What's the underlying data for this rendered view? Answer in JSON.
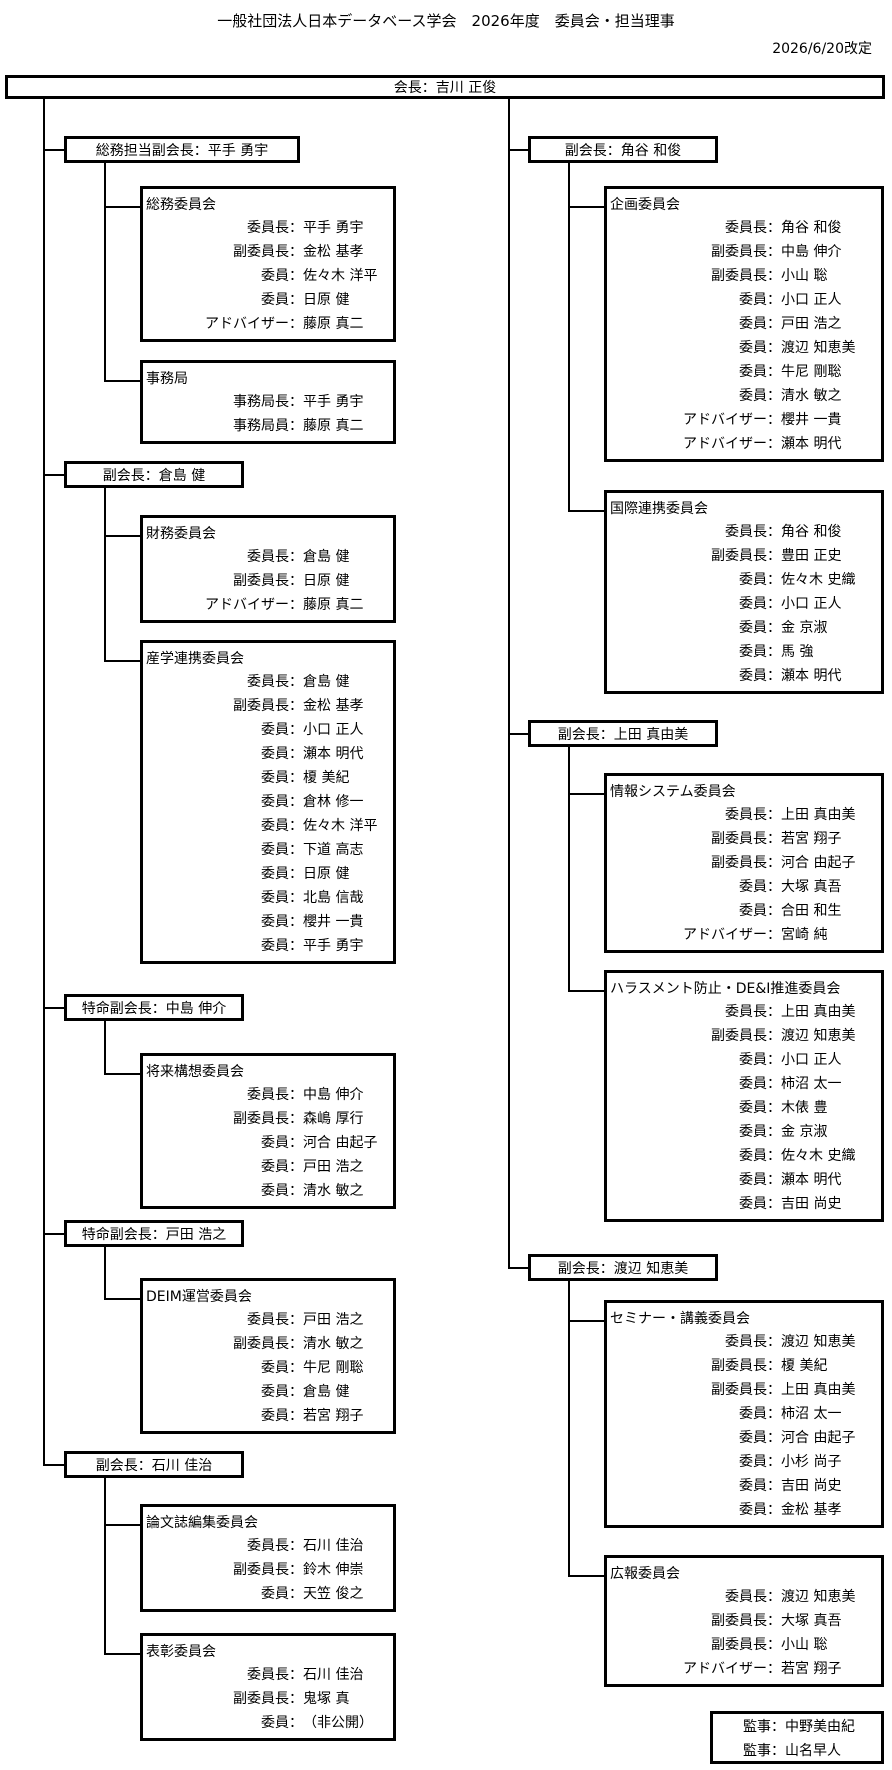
{
  "title": "一般社団法人日本データベース学会　2026年度　委員会・担当理事",
  "revised": "2026/6/20改定",
  "president": "会長：吉川 正俊",
  "vps": [
    {
      "label": "総務担当副会長：平手 勇宇",
      "committees": [
        {
          "name": "総務委員会",
          "members": [
            {
              "role": "委員長：",
              "person": "平手 勇宇"
            },
            {
              "role": "副委員長：",
              "person": "金松 基孝"
            },
            {
              "role": "委員：",
              "person": "佐々木 洋平"
            },
            {
              "role": "委員：",
              "person": "日原 健"
            },
            {
              "role": "アドバイザー：",
              "person": "藤原 真二"
            }
          ]
        },
        {
          "name": "事務局",
          "members": [
            {
              "role": "事務局長：",
              "person": "平手 勇宇"
            },
            {
              "role": "事務局員：",
              "person": "藤原 真二"
            }
          ]
        }
      ]
    },
    {
      "label": "副会長：倉島 健",
      "committees": [
        {
          "name": "財務委員会",
          "members": [
            {
              "role": "委員長：",
              "person": "倉島 健"
            },
            {
              "role": "副委員長：",
              "person": "日原 健"
            },
            {
              "role": "アドバイザー：",
              "person": "藤原 真二"
            }
          ]
        },
        {
          "name": "産学連携委員会",
          "members": [
            {
              "role": "委員長：",
              "person": "倉島 健"
            },
            {
              "role": "副委員長：",
              "person": "金松 基孝"
            },
            {
              "role": "委員：",
              "person": "小口 正人"
            },
            {
              "role": "委員：",
              "person": "瀬本 明代"
            },
            {
              "role": "委員：",
              "person": "榎 美紀"
            },
            {
              "role": "委員：",
              "person": "倉林 修一"
            },
            {
              "role": "委員：",
              "person": "佐々木 洋平"
            },
            {
              "role": "委員：",
              "person": "下道 高志"
            },
            {
              "role": "委員：",
              "person": "日原 健"
            },
            {
              "role": "委員：",
              "person": "北島 信哉"
            },
            {
              "role": "委員：",
              "person": "櫻井 一貴"
            },
            {
              "role": "委員：",
              "person": "平手 勇宇"
            }
          ]
        }
      ]
    },
    {
      "label": "特命副会長：中島 伸介",
      "committees": [
        {
          "name": "将来構想委員会",
          "members": [
            {
              "role": "委員長：",
              "person": "中島 伸介"
            },
            {
              "role": "副委員長：",
              "person": "森嶋 厚行"
            },
            {
              "role": "委員：",
              "person": "河合 由起子"
            },
            {
              "role": "委員：",
              "person": "戸田 浩之"
            },
            {
              "role": "委員：",
              "person": "清水 敏之"
            }
          ]
        }
      ]
    },
    {
      "label": "特命副会長：戸田 浩之",
      "committees": [
        {
          "name": "DEIM運営委員会",
          "members": [
            {
              "role": "委員長：",
              "person": "戸田 浩之"
            },
            {
              "role": "副委員長：",
              "person": "清水 敏之"
            },
            {
              "role": "委員：",
              "person": "牛尼 剛聡"
            },
            {
              "role": "委員：",
              "person": "倉島 健"
            },
            {
              "role": "委員：",
              "person": "若宮 翔子"
            }
          ]
        }
      ]
    },
    {
      "label": "副会長：石川 佳治",
      "committees": [
        {
          "name": "論文誌編集委員会",
          "members": [
            {
              "role": "委員長：",
              "person": "石川 佳治"
            },
            {
              "role": "副委員長：",
              "person": "鈴木 伸崇"
            },
            {
              "role": "委員：",
              "person": "天笠 俊之"
            }
          ]
        },
        {
          "name": "表彰委員会",
          "members": [
            {
              "role": "委員長：",
              "person": "石川 佳治"
            },
            {
              "role": "副委員長：",
              "person": "鬼塚 真"
            },
            {
              "role": "委員：",
              "person": "（非公開）"
            }
          ]
        }
      ]
    },
    {
      "label": "副会長：角谷 和俊",
      "committees": [
        {
          "name": "企画委員会",
          "members": [
            {
              "role": "委員長：",
              "person": "角谷 和俊"
            },
            {
              "role": "副委員長：",
              "person": "中島 伸介"
            },
            {
              "role": "副委員長：",
              "person": "小山 聡"
            },
            {
              "role": "委員：",
              "person": "小口 正人"
            },
            {
              "role": "委員：",
              "person": "戸田 浩之"
            },
            {
              "role": "委員：",
              "person": "渡辺 知恵美"
            },
            {
              "role": "委員：",
              "person": "牛尼 剛聡"
            },
            {
              "role": "委員：",
              "person": "清水 敏之"
            },
            {
              "role": "アドバイザー：",
              "person": "櫻井 一貴"
            },
            {
              "role": "アドバイザー：",
              "person": "瀬本 明代"
            }
          ]
        },
        {
          "name": "国際連携委員会",
          "members": [
            {
              "role": "委員長：",
              "person": "角谷 和俊"
            },
            {
              "role": "副委員長：",
              "person": "豊田 正史"
            },
            {
              "role": "委員：",
              "person": "佐々木 史織"
            },
            {
              "role": "委員：",
              "person": "小口 正人"
            },
            {
              "role": "委員：",
              "person": "金 京淑"
            },
            {
              "role": "委員：",
              "person": "馬 強"
            },
            {
              "role": "委員：",
              "person": "瀬本 明代"
            }
          ]
        }
      ]
    },
    {
      "label": "副会長：上田 真由美",
      "committees": [
        {
          "name": "情報システム委員会",
          "members": [
            {
              "role": "委員長：",
              "person": "上田 真由美"
            },
            {
              "role": "副委員長：",
              "person": "若宮 翔子"
            },
            {
              "role": "副委員長：",
              "person": "河合 由起子"
            },
            {
              "role": "委員：",
              "person": "大塚 真吾"
            },
            {
              "role": "委員：",
              "person": "合田 和生"
            },
            {
              "role": "アドバイザー：",
              "person": "宮崎 純"
            }
          ]
        },
        {
          "name": "ハラスメント防止・DE&I推進委員会",
          "members": [
            {
              "role": "委員長：",
              "person": "上田 真由美"
            },
            {
              "role": "副委員長：",
              "person": "渡辺 知恵美"
            },
            {
              "role": "委員：",
              "person": "小口 正人"
            },
            {
              "role": "委員：",
              "person": "柿沼 太一"
            },
            {
              "role": "委員：",
              "person": "木俵 豊"
            },
            {
              "role": "委員：",
              "person": "金 京淑"
            },
            {
              "role": "委員：",
              "person": "佐々木 史織"
            },
            {
              "role": "委員：",
              "person": "瀬本 明代"
            },
            {
              "role": "委員：",
              "person": "吉田 尚史"
            }
          ]
        }
      ]
    },
    {
      "label": "副会長：渡辺 知恵美",
      "committees": [
        {
          "name": "セミナー・講義委員会",
          "members": [
            {
              "role": "委員長：",
              "person": "渡辺 知恵美"
            },
            {
              "role": "副委員長：",
              "person": "榎 美紀"
            },
            {
              "role": "副委員長：",
              "person": "上田 真由美"
            },
            {
              "role": "委員：",
              "person": "柿沼 太一"
            },
            {
              "role": "委員：",
              "person": "河合 由起子"
            },
            {
              "role": "委員：",
              "person": "小杉 尚子"
            },
            {
              "role": "委員：",
              "person": "吉田 尚史"
            },
            {
              "role": "委員：",
              "person": "金松 基孝"
            }
          ]
        },
        {
          "name": "広報委員会",
          "members": [
            {
              "role": "委員長：",
              "person": "渡辺 知恵美"
            },
            {
              "role": "副委員長：",
              "person": "大塚 真吾"
            },
            {
              "role": "副委員長：",
              "person": "小山 聡"
            },
            {
              "role": "アドバイザー：",
              "person": "若宮 翔子"
            }
          ]
        }
      ]
    }
  ],
  "auditors": [
    {
      "role": "監事：",
      "person": "中野美由紀"
    },
    {
      "role": "監事：",
      "person": "山名早人"
    }
  ]
}
